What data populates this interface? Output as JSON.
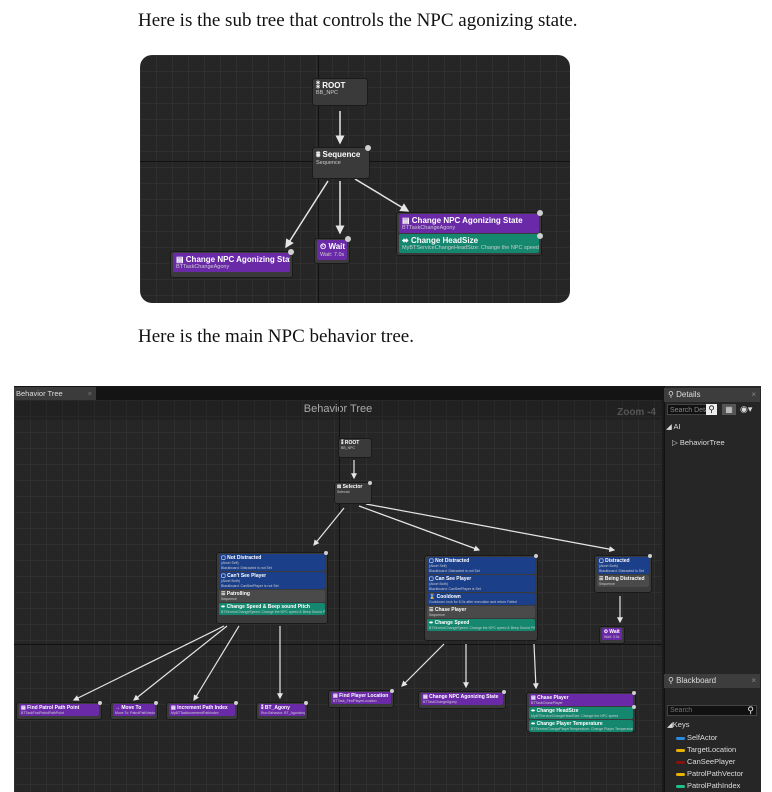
{
  "doc": {
    "intro_subtree": "Here is the sub tree that controls the NPC agonizing state.",
    "intro_main": "Here is the main NPC behavior tree."
  },
  "subtree": {
    "root": {
      "title": "ROOT",
      "sub": "BB_NPC"
    },
    "sequence": {
      "title": "Sequence",
      "sub": "Sequence"
    },
    "change_left": {
      "title": "Change NPC Agonizing State",
      "sub": "BTTaskChangeAgony"
    },
    "wait": {
      "title": "Wait",
      "sub": "Wait: 7.0s"
    },
    "change_right": {
      "title": "Change NPC Agonizing State",
      "sub": "BTTaskChangeAgony",
      "service_title": "Change HeadSize",
      "service_sub": "MyBTServiceChangeHeadSize: Change the NPC speed"
    }
  },
  "editor": {
    "tab_label": "Behavior Tree",
    "graph_title": "Behavior Tree",
    "zoom": "Zoom -4",
    "root": {
      "title": "ROOT",
      "sub": "BB_NPC"
    },
    "selector": {
      "title": "Selector",
      "sub": "Selector"
    },
    "left": {
      "dec1": {
        "title": "Not Distracted",
        "sub1": "(Abort Self)",
        "sub2": "Blackboard: Distracted is not Set"
      },
      "dec2": {
        "title": "Can't See Player",
        "sub1": "(Abort Both)",
        "sub2": "Blackboard: CanSeePlayer is not Set"
      },
      "comp": {
        "title": "Patrolling",
        "sub": "Sequence"
      },
      "svc": {
        "title": "Change Speed & Beep sound Pitch",
        "sub": "BTServiceChangeSpeed: Change the NPC speed & Beep Sound Pitch"
      }
    },
    "mid": {
      "dec1": {
        "title": "Not Distracted",
        "sub1": "(Abort Self)",
        "sub2": "Blackboard: Distracted is not Set"
      },
      "dec2": {
        "title": "Can See Player",
        "sub1": "(Abort Both)",
        "sub2": "Blackboard: CanSeePlayer is Set"
      },
      "dec3": {
        "title": "Cooldown",
        "sub1": "Cooldown: lock for 5.0s after execution and return Failed"
      },
      "comp": {
        "title": "Chase Player",
        "sub": "Sequence"
      },
      "svc": {
        "title": "Change Speed",
        "sub": "BTServiceChangeSpeed: Change the NPC speed & Beep Sound Pitch"
      }
    },
    "right": {
      "dec1": {
        "title": "Distracted",
        "sub1": "(Abort Both)",
        "sub2": "Blackboard: Distracted is Set"
      },
      "comp": {
        "title": "Being Distracted",
        "sub": "Sequence"
      }
    },
    "wait": {
      "title": "Wait",
      "sub": "Wait: 3.0s"
    },
    "leaves": [
      {
        "title": "Find Patrol Path Point",
        "sub": "BTTaskFindPatrolPathPoint"
      },
      {
        "title": "Move To",
        "sub": "Move To: PatrolPathVector"
      },
      {
        "title": "Increment Path Index",
        "sub": "MyBTTaskIncrementPathIndex"
      },
      {
        "title": "BT_Agony",
        "sub": "Run Behavior: BT_Agonizing"
      },
      {
        "title": "Find Player Location",
        "sub": "BTTask_FindPlayerLocation"
      },
      {
        "title": "Change NPC Agonizing State",
        "sub": "BTTaskChangeAgony"
      }
    ],
    "chase": {
      "title": "Chase Player",
      "sub": "BTTaskChasePlayer",
      "svc1_title": "Change HeadSize",
      "svc1_sub": "MyBTServiceChangeHeadSize: Change the NPC speed",
      "svc2_title": "Change Player Temperature",
      "svc2_sub": "BTServiceChangePlayerTemperature: Change Player Temperature"
    },
    "details": {
      "header": "Details",
      "search_value": "Search Deta",
      "section": "AI",
      "row": "BehaviorTree"
    },
    "blackboard": {
      "header": "Blackboard",
      "search_placeholder": "Search",
      "keys_label": "Keys",
      "keys": [
        {
          "name": "SelfActor",
          "color": "#2a8ae0"
        },
        {
          "name": "TargetLocation",
          "color": "#e6b400"
        },
        {
          "name": "CanSeePlayer",
          "color": "#8a1010"
        },
        {
          "name": "PatrolPathVector",
          "color": "#e6b400"
        },
        {
          "name": "PatrolPathIndex",
          "color": "#20c08a"
        }
      ]
    }
  }
}
